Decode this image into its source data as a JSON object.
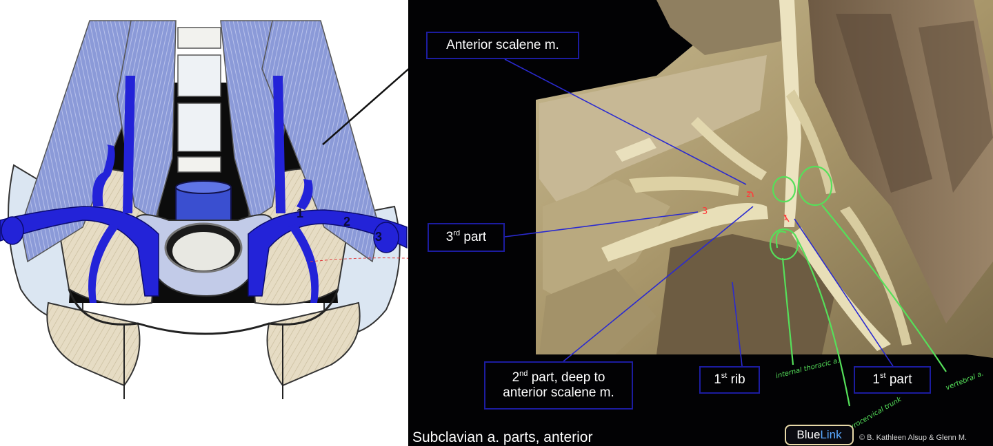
{
  "labels": {
    "anterior_scalene": "Anterior scalene m.",
    "third_part": "3rd part",
    "second_part_line1": "2nd part, deep to",
    "second_part_line2": "anterior scalene m.",
    "first_rib": "1st rib",
    "first_part": "1st part"
  },
  "diagram_numbers": [
    "1",
    "2",
    "3"
  ],
  "handwritten": {
    "internal_thoracic": "internal thoracic a.",
    "thyrocervical": "thyrocervical trunk",
    "vertebral": "vertebral a."
  },
  "red_marks": [
    "3",
    "2",
    "1"
  ],
  "caption": "Subclavian a. parts, anterior",
  "brand": {
    "prefix": "Blue",
    "accent": "Link"
  },
  "copyright": "© B. Kathleen Alsup & Glenn M.",
  "colors": {
    "label_border": "#1c1ca0",
    "leader_line": "#2a2ad0",
    "vessel_blue": "#2323d8",
    "muscle_blue": "#7e8fd4",
    "annotation_green": "#55e05a",
    "annotation_red": "#ff3b3b"
  }
}
